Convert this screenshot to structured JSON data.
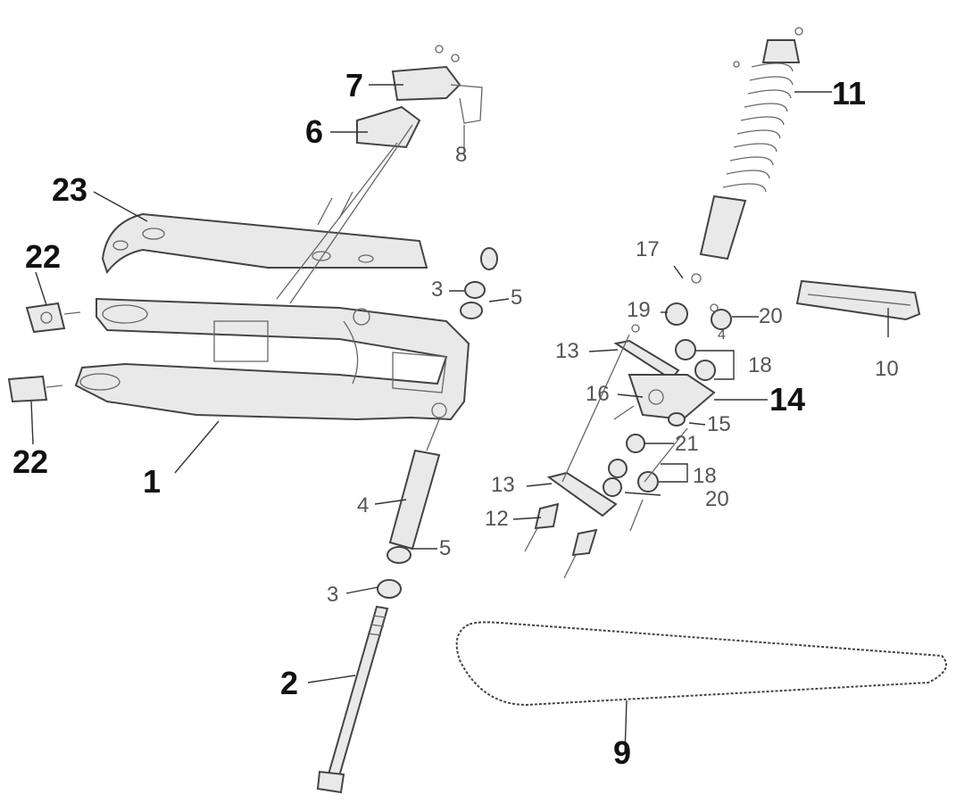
{
  "labels": {
    "l1": "1",
    "l2": "2",
    "l3a": "3",
    "l3b": "3",
    "l4": "4",
    "l5a": "5",
    "l5b": "5",
    "l6": "6",
    "l7": "7",
    "l8": "8",
    "l9": "9",
    "l10": "10",
    "l11": "11",
    "l12": "12",
    "l13a": "13",
    "l13b": "13",
    "l14": "14",
    "l15": "15",
    "l16": "16",
    "l17": "17",
    "l18a": "18",
    "l18b": "18",
    "l19": "19",
    "l20a": "20",
    "l20b": "20",
    "l21": "21",
    "l22a": "22",
    "l22b": "22",
    "l23": "23",
    "l4small": "4"
  }
}
